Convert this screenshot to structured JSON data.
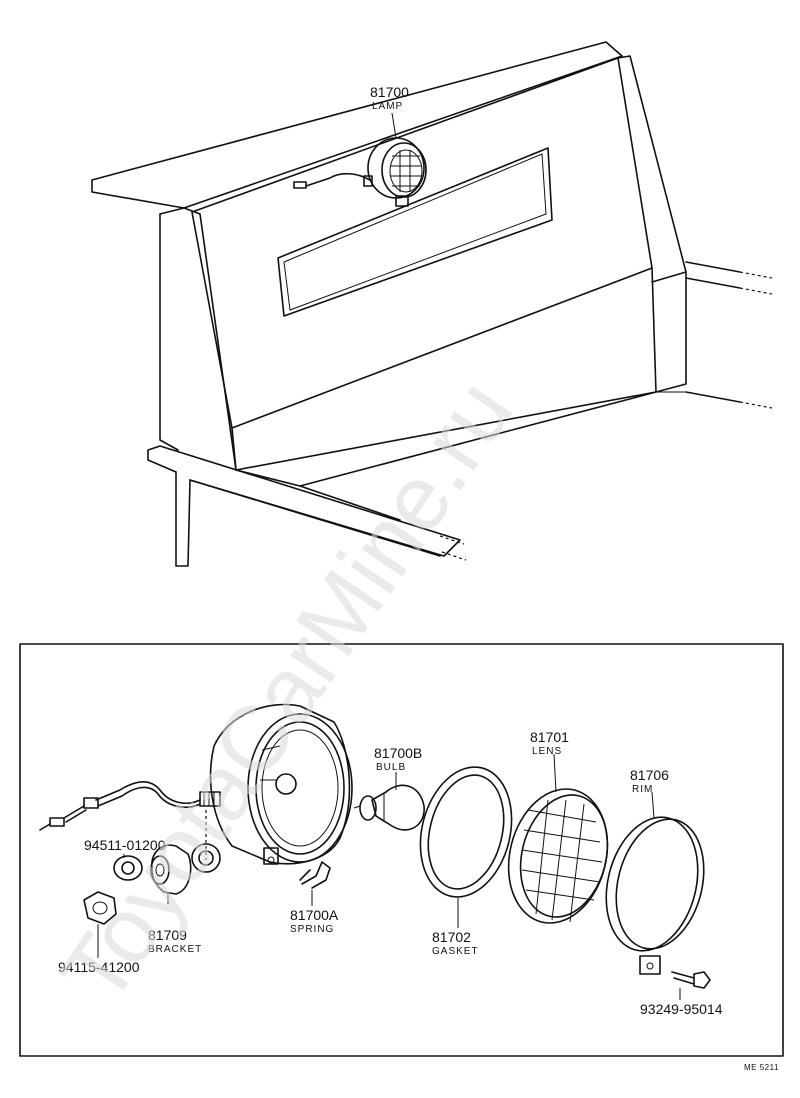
{
  "watermark": "ToyotaCarMine.ru",
  "diagram_code": "ME 5211",
  "top_callout": {
    "number": "81700",
    "name": "LAMP"
  },
  "parts": {
    "bulb": {
      "number": "81700B",
      "name": "BULB"
    },
    "lens": {
      "number": "81701",
      "name": "LENS"
    },
    "rim": {
      "number": "81706",
      "name": "RIM"
    },
    "gasket": {
      "number": "81702",
      "name": "GASKET"
    },
    "spring": {
      "number": "81700A",
      "name": "SPRING"
    },
    "bracket": {
      "number": "81709",
      "name": "BRACKET"
    },
    "washer": {
      "number": "94511-01200"
    },
    "nut": {
      "number": "94115-41200"
    },
    "screw": {
      "number": "93249-95014"
    }
  }
}
